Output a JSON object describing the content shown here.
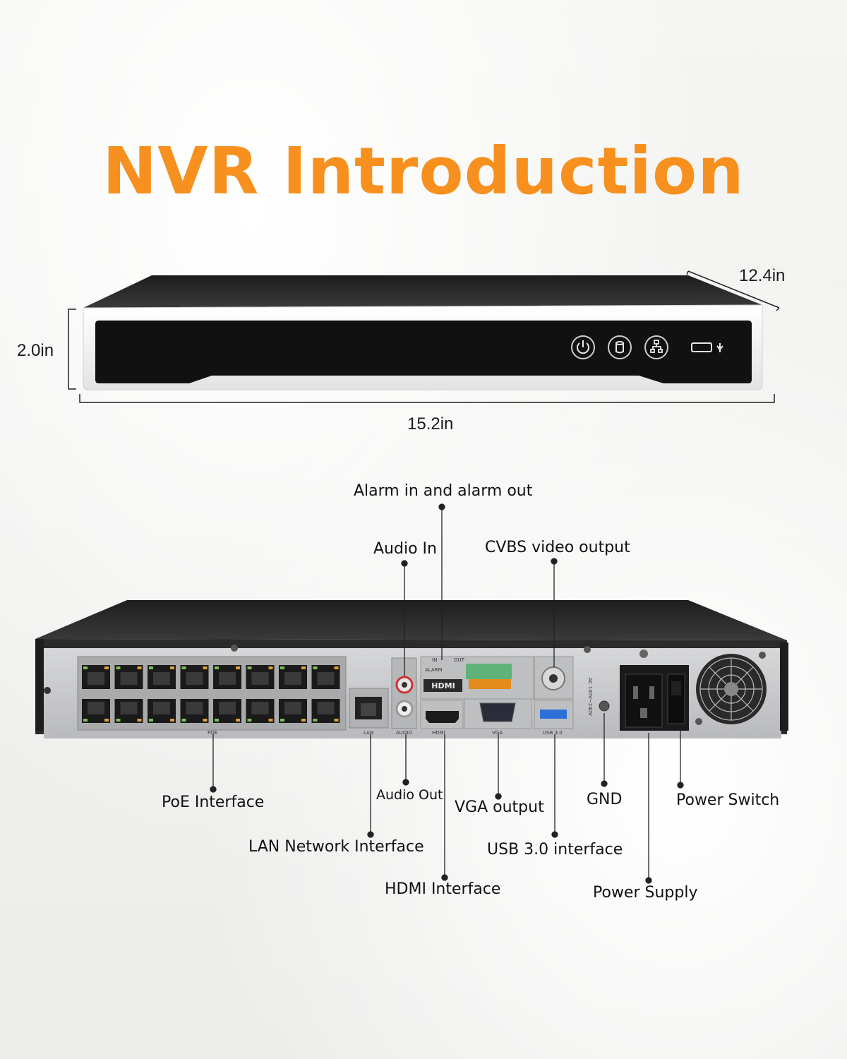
{
  "title": "NVR Introduction",
  "colors": {
    "title": "#f7901e",
    "chassis": "#2b2b2b",
    "panel": "#c9cacc"
  },
  "dimensions": {
    "depth": "12.4in",
    "height": "2.0in",
    "width": "15.2in"
  },
  "front_icons": [
    "power-icon",
    "hdd-icon",
    "network-icon",
    "usb-icon"
  ],
  "callouts": {
    "alarm": "Alarm in and alarm out",
    "audio_in": "Audio In",
    "cvbs": "CVBS video output",
    "poe": "PoE Interface",
    "audio_out": "Audio Out",
    "vga": "VGA output",
    "gnd": "GND",
    "power_switch": "Power Switch",
    "lan": "LAN Network Interface",
    "usb": "USB 3.0 interface",
    "hdmi": "HDMI Interface",
    "power_supply": "Power Supply"
  },
  "panel_labels": {
    "poe": "POE",
    "lan": "LAN",
    "audio": "AUDIO",
    "hdmi": "HDMI",
    "vga": "VGA",
    "usb": "USB 3.0",
    "alarm": "ALARM",
    "in": "IN",
    "out": "OUT",
    "ac": "AC 100V~240V"
  }
}
